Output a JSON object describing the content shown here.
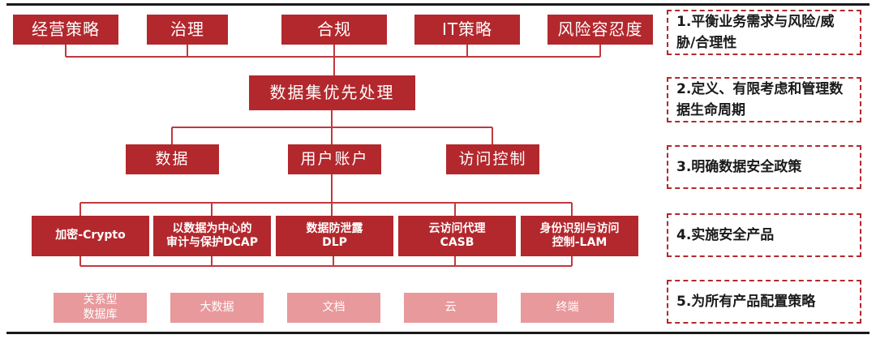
{
  "colors": {
    "primary": "#b3282d",
    "light": "#e8999c",
    "line": "#c0393f"
  },
  "level1": [
    "经营策略",
    "治理",
    "合规",
    "IT策略",
    "风险容忍度"
  ],
  "level2": [
    "数据集优先处理"
  ],
  "level3": [
    "数据",
    "用户账户",
    "访问控制"
  ],
  "level4": [
    "加密-Crypto",
    "以数据为中心的\n审计与保护DCAP",
    "数据防泄露\nDLP",
    "云访问代理\nCASB",
    "身份识别与访问\n控制-LAM"
  ],
  "level5": [
    "关系型\n数据库",
    "大数据",
    "文档",
    "云",
    "终端"
  ],
  "notes": [
    "1.平衡业务需求与风险/威胁/合理性",
    "2.定义、有限考虑和管理数据生命周期",
    "3.明确数据安全政策",
    "4.实施安全产品",
    "5.为所有产品配置策略"
  ]
}
